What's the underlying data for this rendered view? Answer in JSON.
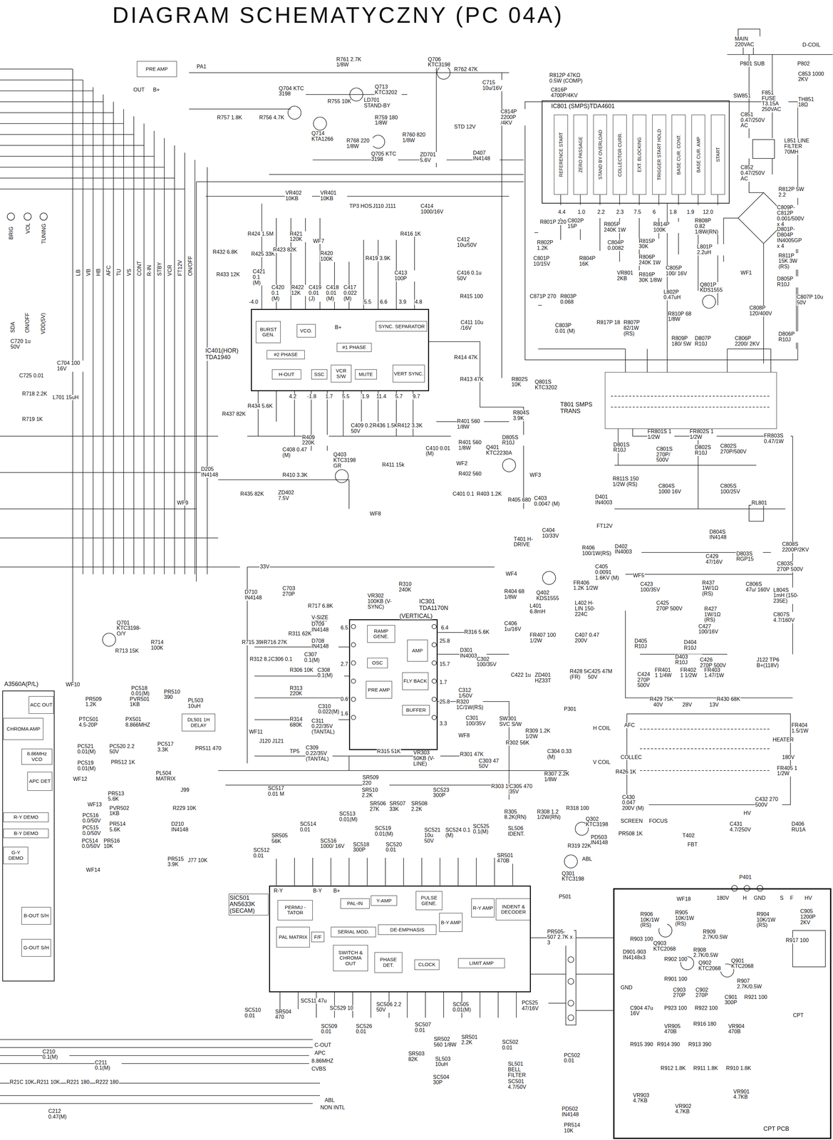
{
  "diagram": {
    "title": "DIAGRAM SCHEMATYCZNY (PC 04A)",
    "nodes": [
      {
        "text": [
          "PRE AMP"
        ]
      },
      {
        "text": [
          "IC801 (SMPS)TDA4601"
        ]
      },
      {
        "text": [
          "REFERENCE START"
        ],
        "in": 1
      },
      {
        "text": [
          "ZERO PASSAGE"
        ],
        "in": 1
      },
      {
        "text": [
          "STAND BY OVERLOAD"
        ],
        "in": 1
      },
      {
        "text": [
          "COLLECTOR CURR."
        ],
        "in": 1
      },
      {
        "text": [
          "EXT. BLOCKING"
        ],
        "in": 1
      },
      {
        "text": [
          "TRIGGER START HOLD"
        ],
        "in": 1
      },
      {
        "text": [
          "BASE CUR. CONT."
        ],
        "in": 1
      },
      {
        "text": [
          "BASE CUR. AMP"
        ],
        "in": 1
      },
      {
        "text": [
          "START"
        ],
        "in": 1
      },
      {
        "text": [
          "T801 SMPS TRANS"
        ]
      },
      {
        "text": [
          "IC401(HOR) TDA1940"
        ]
      },
      {
        "text": [
          "BURST GEN."
        ],
        "in": 12
      },
      {
        "text": [
          "VCO."
        ],
        "in": 12
      },
      {
        "text": [
          "#2 PHASE"
        ],
        "in": 12
      },
      {
        "text": [
          "#1 PHASE"
        ],
        "in": 12
      },
      {
        "text": [
          "SYNC. SEPARATOR"
        ],
        "in": 12
      },
      {
        "text": [
          "H-OUT"
        ],
        "in": 12
      },
      {
        "text": [
          "SSC"
        ],
        "in": 12
      },
      {
        "text": [
          "VCR S/W"
        ],
        "in": 12
      },
      {
        "text": [
          "MUTE"
        ],
        "in": 12
      },
      {
        "text": [
          "VERT SYNC."
        ],
        "in": 12
      },
      {
        "text": [
          "IC301 TDA1170N",
          "(VERTICAL)"
        ]
      },
      {
        "text": [
          "RAMP GENE."
        ],
        "in": 23
      },
      {
        "text": [
          "OSC"
        ],
        "in": 23
      },
      {
        "text": [
          "AMP"
        ],
        "in": 23
      },
      {
        "text": [
          "PRE AMP"
        ],
        "in": 23
      },
      {
        "text": [
          "FLY BACK"
        ],
        "in": 23
      },
      {
        "text": [
          "BUFFER"
        ],
        "in": 23
      },
      {
        "text": [
          "A3560A(P/L)"
        ]
      },
      {
        "text": [
          "ACC OUT"
        ],
        "in": 30
      },
      {
        "text": [
          "CHROMA AMP"
        ],
        "in": 30
      },
      {
        "text": [
          "8.86MHz VCO"
        ],
        "in": 30
      },
      {
        "text": [
          "APC DET"
        ],
        "in": 30
      },
      {
        "text": [
          "R-Y DEMO"
        ],
        "in": 30
      },
      {
        "text": [
          "B-Y DEMO"
        ],
        "in": 30
      },
      {
        "text": [
          "G-Y DEMO"
        ],
        "in": 30
      },
      {
        "text": [
          "B-OUT S/H"
        ],
        "in": 30
      },
      {
        "text": [
          "G-OUT S/H"
        ],
        "in": 30
      },
      {
        "text": [
          "DL501 1H DELAY"
        ]
      },
      {
        "text": [
          "SIC501 AN5633K (SECAM)"
        ]
      },
      {
        "text": [
          "PERMU -TATOR"
        ],
        "in": 41
      },
      {
        "text": [
          "PAL MATRIX"
        ],
        "in": 41
      },
      {
        "text": [
          "F/F"
        ],
        "in": 41
      },
      {
        "text": [
          "PAL-IN"
        ],
        "in": 41
      },
      {
        "text": [
          "SERIAL MOD."
        ],
        "in": 41
      },
      {
        "text": [
          "DE-EMPHASIS"
        ],
        "in": 41
      },
      {
        "text": [
          "Y-AMP"
        ],
        "in": 41
      },
      {
        "text": [
          "PULSE GENE."
        ],
        "in": 41
      },
      {
        "text": [
          "B-Y AMP"
        ],
        "in": 41
      },
      {
        "text": [
          "R-Y AMP"
        ],
        "in": 41
      },
      {
        "text": [
          "INDENT & DECODER"
        ],
        "in": 41
      },
      {
        "text": [
          "SWITCH & CHROMA OUT"
        ],
        "in": 41
      },
      {
        "text": [
          "PHASE DET."
        ],
        "in": 41
      },
      {
        "text": [
          "CLOCK"
        ],
        "in": 41
      },
      {
        "text": [
          "LIMIT AMP"
        ],
        "in": 41
      },
      {
        "text": [
          "CPT PCB"
        ]
      }
    ],
    "edges": [
      {
        "from": 1,
        "to": 11,
        "arrow": "none"
      }
    ],
    "labels": [
      "MAIN 220VAC",
      "D-COIL",
      "P801 SUB",
      "P802",
      "C853 1000 2KV",
      "SW851",
      "F851 FUSE T3.15A 250VAC",
      "TH851 18Ω",
      "C851 0.47/250V AC",
      "L851 LINE FILTER 70MH",
      "C852 0.47/250V AC",
      "R812P 5W 2.2",
      "C809P-C812P 0.001/500V x 4",
      "D801P-D804P IN4005GP x 4",
      "R811P 15K 3W (RS)",
      "D805P R10J",
      "C807P 10u 50V",
      "C808P 120/400V",
      "D806P R10J",
      "C806P 2200/ 2KV",
      "4.4",
      "1.0",
      "2.2",
      "2.3",
      "7.5",
      "6",
      "1.8",
      "1.9",
      "12.0",
      "R812P 47KΩ 0.5W (COMP)",
      "C816P 4700P/4KV",
      "C814P 2200P /4KV",
      "R801P 220",
      "C802P 15P",
      "R805P 240K 1W",
      "R814P 100K",
      "R808P 0.82 1/8W(RN)",
      "R802P 1.2K",
      "C801P 10/15V",
      "C804P 0.0082",
      "R815P 30K",
      "L801P 2.2uH",
      "R804P 16K",
      "R806P 240K 1W",
      "C805P 100/ 16V",
      "VR801 2KB",
      "R816P 30K 1/8W",
      "Q801P KDS1555",
      "L802P 0.47uH",
      "C871P 270",
      "R803P 0.068",
      "R810P 68 1/8W",
      "C803P 0.01 (M)",
      "R817P 18",
      "R807P 82/1W (RS)",
      "R809P 180/ 5W",
      "D807P R10J",
      "WF1",
      "Q706 KTC3198",
      "R762 47K",
      "C715 10u/16V",
      "R761 2.7K 1/8W",
      "PA1",
      "Q713 KTC3202",
      "Q704 KTC 3198",
      "R755 10K",
      "LD701 STAND-BY",
      "R757 1.8K",
      "R756 4.7K",
      "R759 180 1/8W",
      "Q714 KTA1266",
      "STD 12V",
      "R760 820 1/8W",
      "R768 220 1/8W",
      "Q705 KTC 3198",
      "ZD701 5.6V",
      "D407 IN4148",
      "OUT",
      "B+",
      "VR402 10KB",
      "VR401 10KB",
      "TP3 HOSC",
      "J110 J111",
      "C414 1000/16V",
      "R424 1.5M",
      "R421 120K",
      "R416 1K",
      "C412 10u/50V",
      "WF7",
      "R432 6.8K",
      "R425 33K",
      "R423 82K",
      "R420 100K",
      "R419 3.9K",
      "R433 12K",
      "C421 0.1 (M)",
      "C413 100P",
      "C416 0.1u 50V",
      "C420 0.1 (M)",
      "R422 12K",
      "C419 0.01 (J)",
      "C418 0.01 (M)",
      "C417 0.022 (M)",
      "R415 100",
      "-4.0",
      "5.5",
      "6.6",
      "3.9",
      "4.8",
      "C411 10u /16V",
      "R414 47K",
      "R413 47K",
      "4.2",
      "-1.8",
      "1.7",
      "5.5",
      "1.9",
      "11.4",
      "5.7",
      "9.7",
      "R434 5.6K",
      "R437 82K",
      "C409 0.22 50V",
      "R436 1.5K",
      "R412 3.3K",
      "R409 220K",
      "C408 0.47 (M)",
      "C410 0.01 (M)",
      "Q403 KTC3198 GR",
      "R411 15k",
      "D205 IN4148",
      "R410 3.3K",
      "ZD402 7.5V",
      "R435 82K",
      "WF9",
      "WF8",
      "B+",
      "R802S 10K",
      "Q801S KTC3202",
      "R804S 3.9K",
      "R401 560 1/8W",
      "D805S R10J",
      "R401 560 1/8W",
      "Q401 KTC2230A",
      "WF2",
      "R402 560",
      "WF3",
      "C401 0.1",
      "R403 1.2K",
      "R405 680",
      "C403 0.0047 (M)",
      "D401 IN4003",
      "FT12V",
      "C404 10/33V",
      "T401 H-DRIVE",
      "R406 100/1W(RS)",
      "D402 IN4003",
      "33V",
      "WF4",
      "WF5",
      "C405 0.0091 1.6KV (M)",
      "R404 68 1/8W",
      "Q402 KDS1555",
      "FR406 1.2K 1/2W",
      "C423 100/35V",
      "L401 6.8mH",
      "L402 H-LIN 150-224C",
      "C406 1u/16V",
      "FR407 100 1/2W",
      "C407 0.47 200V",
      "C422 1u",
      "ZD401 HZ33T",
      "R428 560 (FR)",
      "C425 47M 50V",
      "FR801S 1 1/2W",
      "FR802S 1 1/2W",
      "FR803S 0.47/1W",
      "D801S R10J",
      "C801S 270P/ 500V",
      "D802S R10J",
      "C802S 270P/500V",
      "R811S 150 1/2W (RS)",
      "C804S 1000 16V",
      "C805S 100/25V",
      "RL801",
      "D804S IN4148",
      "C808S 2200P/2KV",
      "C429 47/16V",
      "D803S RGP15",
      "C803S 270P 500V",
      "R437 1W/1Ω (RS)",
      "C806S 47u/ 160V",
      "L804S 1mH (150-235E)",
      "C425 270P 500V",
      "R427 1W/1Ω (RS)",
      "C807S 4.7/160V",
      "C427 100/16V",
      "D405 R10J",
      "D404 R10J",
      "D403 R10J",
      "C426 270P 500V",
      "J122 TP6 B+(118V)",
      "C424 270P 500V",
      "FR401 1 1/4W",
      "FR402 1 1/2W",
      "FR403 1.47/1W",
      "R429 75K",
      "R430 68K",
      "40V",
      "28V",
      "13V",
      "FR404 1.5/1W",
      "AFC",
      "HEATER",
      "180V",
      "COLLEC",
      "FR405 1 1/2W",
      "R426 1K",
      "C430 0.047 200V (M)",
      "C432 270 500V",
      "SCREEN",
      "FOCUS",
      "HV",
      "C431 4.7/250V",
      "D406 RU1A",
      "T402",
      "FBT",
      "P301",
      "H COIL",
      "V COIL",
      "R310 240K",
      "VR302 100KB (V-SYNC)",
      "V-SIZE VR301 100KB",
      "R316 5.6K",
      "R311 62K",
      "6.5",
      "6.4",
      "D301 IN4003",
      "25.8",
      "R312 8.2K",
      "C306 0.1",
      "C307 0.1(M)",
      "C302 100/35V",
      "2.7",
      "15.7",
      "R306 10K",
      "C308 0.1(M)",
      "1.7",
      "R313 220K",
      "C312 1/50V",
      "0.6",
      "25.8",
      "R320 1C/1W(RS)",
      "C310 0.022(M)",
      "1.6",
      "C301 100/35V",
      "R314 680K",
      "C311 0.22/35V (TANTAL)",
      "3.3",
      "WF8",
      "J120 J121",
      "C309 0.22/35V (TANTAL)",
      "TP5",
      "R315 51K",
      "VR303 50KB (V-LINE)",
      "R301 47K",
      "WF11",
      "SW301 SVC S/W",
      "R309 1.2K 1/2W",
      "R302 56K",
      "C304 0.33 (M)",
      "C303 47 50V",
      "R307 2.2K 1/8W",
      "R303 15K",
      "C305 470 35V",
      "R305 8.2K(RN)",
      "R308 1.2 1/2W(RN)",
      "R318 100",
      "Q302 KTC3198",
      "PD503 IN4148",
      "PR508 1K",
      "R319 22K",
      "ABL",
      "Q301 KTC3198",
      "D710 IN4148",
      "C703 270P",
      "R717 6.8K",
      "Q701 KTC3198-O/Y",
      "D709 IN4148",
      "D708 IN4148",
      "R714 100K",
      "R715 39K",
      "R716 27K",
      "R713 15K",
      "WF10",
      "PC518 0.01(M)",
      "PR510 390",
      "PR509 1.2K",
      "PVR501 1KB",
      "PL503 10uH",
      "PTC501 4.5-20P",
      "PX501 8.866MHZ",
      "PC517 3.3K",
      "PR511 470",
      "PC521 0.01(M)",
      "PC520 2.2 50V",
      "PR512 1K",
      "PC519 0.01(M)",
      "PL504 MATRIX",
      "WF12",
      "J99",
      "PR513 5.6K",
      "WF13",
      "PVR502 1KB",
      "R229 10K",
      "PC516 0.0/50V",
      "D210 IN4148",
      "PC515 0.0/50V",
      "PR514 5.6K",
      "PC514 0.0/50V",
      "PR516 10K",
      "PR515 3.9K",
      "J77 10K",
      "WF14",
      "SR509 220",
      "SC517 0.01 M",
      "SR510 2.2K",
      "SC523 300P",
      "SR506 27K",
      "SR507 33K",
      "SR508 2.2K",
      "SC513 0.01(M)",
      "SC514 0.01",
      "SC525 0.1(M)",
      "SL506 IDENT.",
      "SC519 0.01(M)",
      "SC521 10u 50V",
      "SC524 0.1 (M)",
      "SR505 56K",
      "SC516 1000/ 16V",
      "SC518 300P",
      "SC520 0.01",
      "SC512 0.01",
      "SR501 470B",
      "PR505-507 2.7K x 3",
      "P501",
      "SC511 47u",
      "SC529 10",
      "SC506 2.2 50V",
      "SC505 0.01(M)",
      "PC525 47/16V",
      "SC510 0.01",
      "SR504 470",
      "SC509 0.01",
      "SC526 0.01",
      "SC507 0.01",
      "SR501 2.2K",
      "SR502 560 1/8W",
      "SC502 0.01",
      "C-OUT",
      "APC",
      "SR503 82K",
      "PC502 0.01",
      "8.86MHZ",
      "SL503 10uH",
      "SL501 BELL FILTER",
      "CVBS",
      "SC504 30P",
      "SC501 4.7/50V",
      "ABL",
      "NON INTL",
      "PD502 IN4148",
      "PR514 10K",
      "R-Y",
      "B-Y",
      "B+",
      "C210 0.1(M)",
      "C211 0.1(M)",
      "R21C 10K",
      "R211 10K",
      "R221 180",
      "R222 180",
      "C212 0.47(M)",
      "P401",
      "180V",
      "H",
      "GND",
      "S",
      "F",
      "HV",
      "WF18",
      "C905 1200P 2KV",
      "R906 10K/1W (RS)",
      "R905 10K/1W (RS)",
      "R904 10K/1W (RS)",
      "R917 100",
      "R909 2.7K/0.5W",
      "R903 100",
      "Q903 KTC2068",
      "R908 2.7K/0.5W",
      "D901-903 IN4148x3",
      "R902 100",
      "Q902 KTC2068",
      "Q901 KTC2068",
      "R901 100",
      "R907 2.7K/0.5W",
      "GND",
      "C903 270P",
      "C902 270P",
      "C901 300P",
      "R921 100",
      "C904 47u 16V",
      "P923 100",
      "R922 100",
      "CPT",
      "VR905 470B",
      "R916 180",
      "VR904 470B",
      "R915 390",
      "R914 390",
      "R913 390",
      "R912 1.8K",
      "R911 1.8K",
      "R910 1.8K",
      "VR901 4.7KB",
      "VR903 4.7KB",
      "VR902 4.7KB",
      "BRIG",
      "VOL",
      "TUNING",
      "LB",
      "VB",
      "HB",
      "AFC",
      "TU",
      "VS",
      "CONT",
      "R-IN",
      "STBY",
      "VCR",
      "FT12V",
      "ON/OFF",
      "SDA",
      "ON/OFF",
      "VDD(5V)",
      "C720 1u 50V",
      "C704 100 16V",
      "C725 0.01",
      "R718 2.2K",
      "L701 15uH",
      "R719 1K"
    ]
  }
}
